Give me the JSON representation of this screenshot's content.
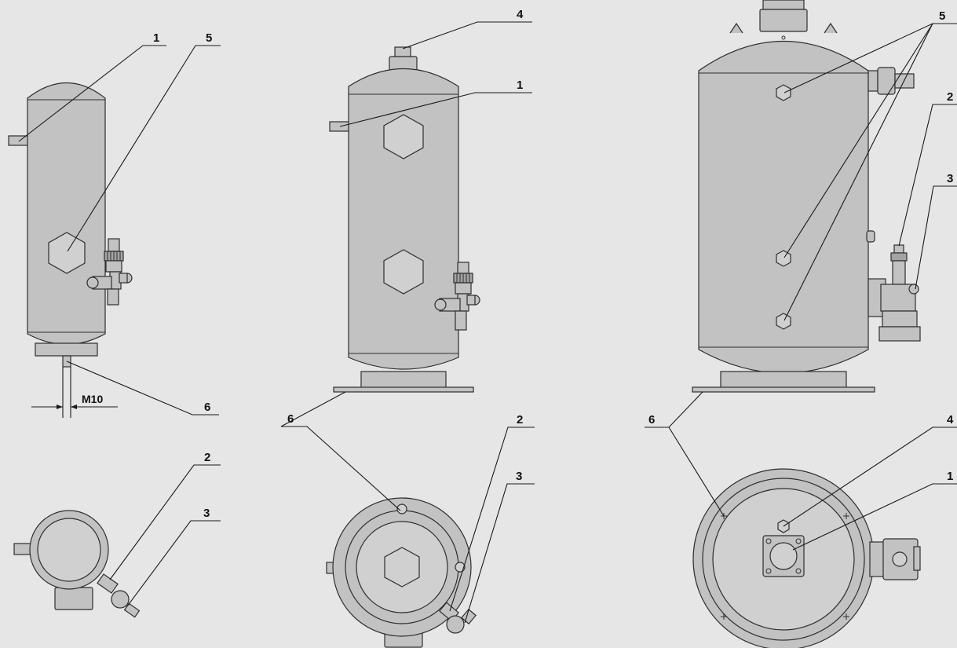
{
  "callouts": {
    "c1": "1",
    "c2": "2",
    "c3": "3",
    "c4": "4",
    "c5": "5",
    "c6": "6"
  },
  "dimension": {
    "thread": "M10"
  },
  "colors": {
    "background": "#e6e6e6",
    "body": "#c2c2c2",
    "outline": "#2e2e2e"
  }
}
